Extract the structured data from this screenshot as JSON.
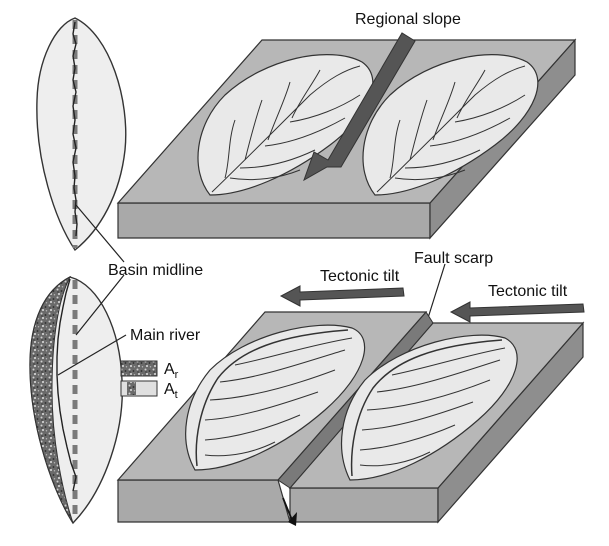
{
  "labels": {
    "regional_slope": "Regional slope",
    "basin_midline": "Basin midline",
    "fault_scarp": "Fault scarp",
    "tectonic_tilt_left": "Tectonic tilt",
    "tectonic_tilt_right": "Tectonic tilt",
    "main_river": "Main river"
  },
  "legend": {
    "ar": {
      "base": "A",
      "sub": "r"
    },
    "at": {
      "base": "A",
      "sub": "t"
    }
  },
  "colors": {
    "block_top": "#b7b7b7",
    "block_side": "#8e8e8e",
    "block_front": "#a9a9a9",
    "basin_fill": "#e9e9e9",
    "arrow": "#555555",
    "midline": "#7a7a7a",
    "outline": "#222222"
  }
}
